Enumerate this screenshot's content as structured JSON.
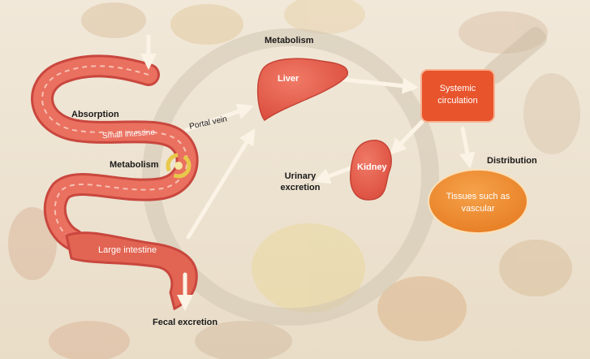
{
  "labels": {
    "metabolism_top": "Metabolism",
    "liver": "Liver",
    "systemic_circulation": "Systemic circulation",
    "absorption": "Absorption",
    "small_intestine": "Small intestine",
    "portal_vein": "Portal vein",
    "kidney": "Kidney",
    "distribution": "Distribution",
    "metabolism_gut": "Metabolism",
    "urinary_excretion": "Urinary excretion",
    "tissues": "Tissues such as vascular",
    "large_intestine": "Large intestine",
    "fecal_excretion": "Fecal excretion"
  },
  "colors": {
    "background": "#efe6d6",
    "intestine": "#e46a5c",
    "liver": "#e9584a",
    "systemic_circulation": "#e8542c",
    "kidney": "#e8725c",
    "tissues": "#ef8a2c",
    "arrow": "#fbf3e6",
    "metabolism_icon": "#e8c84a"
  }
}
